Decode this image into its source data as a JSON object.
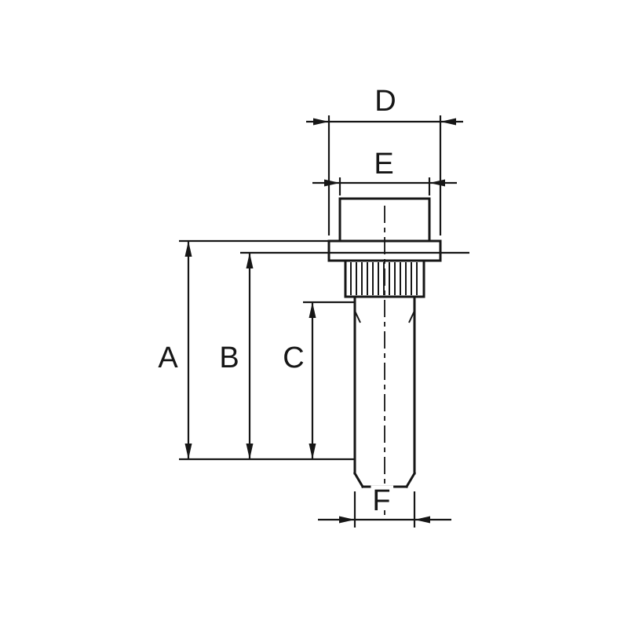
{
  "diagram": {
    "kind": "technical-drawing",
    "subject": "wheel-stud-side-view",
    "labels": {
      "dim_a": "A",
      "dim_b": "B",
      "dim_c": "C",
      "dim_d": "D",
      "dim_e": "E",
      "dim_f": "F"
    },
    "colors": {
      "line": "#161616",
      "background": "#ffffff"
    }
  }
}
